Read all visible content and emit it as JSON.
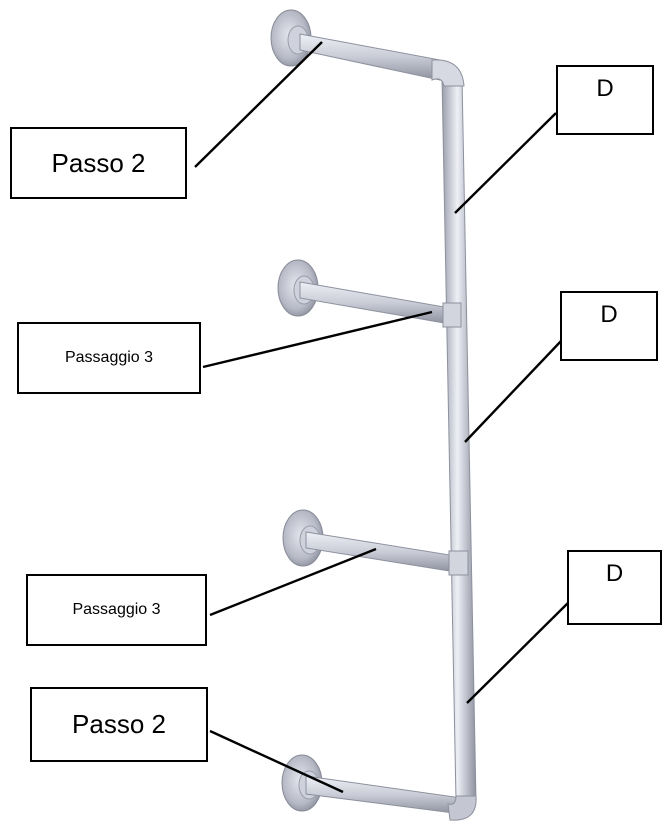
{
  "labels": {
    "step_top": "Passo  2",
    "passage_upper": "Passaggio  3",
    "passage_lower": "Passaggio  3",
    "step_bottom": "Passo  2",
    "d_top": "D",
    "d_middle": "D",
    "d_bottom": "D"
  },
  "colors": {
    "pipe": "#c9ccd6",
    "pipe_highlight": "#eef0f6",
    "pipe_shadow": "#8d919e",
    "flange": "#b7bac6",
    "leader_line": "#000000",
    "box_border": "#000000"
  }
}
